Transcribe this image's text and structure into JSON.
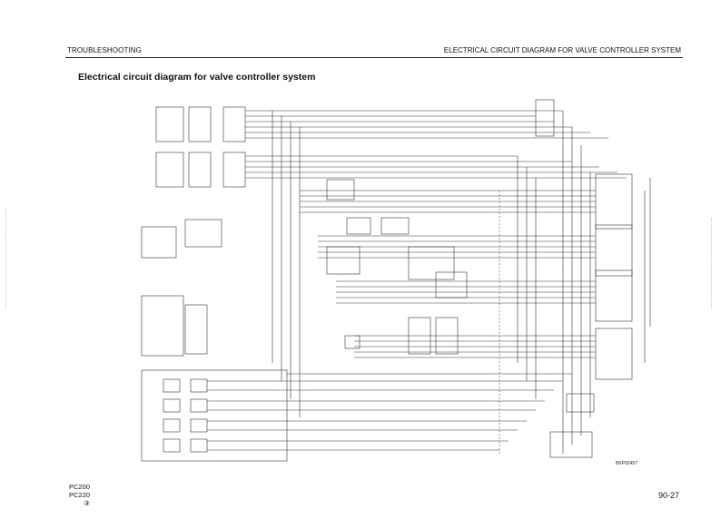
{
  "header": {
    "left": "TROUBLESHOOTING",
    "right": "ELECTRICAL CIRCUIT DIAGRAM FOR VALVE CONTROLLER SYSTEM"
  },
  "title": "Electrical circuit diagram for valve controller system",
  "diagram": {
    "figure_code": "BKP02457"
  },
  "footer": {
    "model_1": "PC200",
    "model_2": "PC220",
    "revision": "③",
    "page": "90-27"
  }
}
